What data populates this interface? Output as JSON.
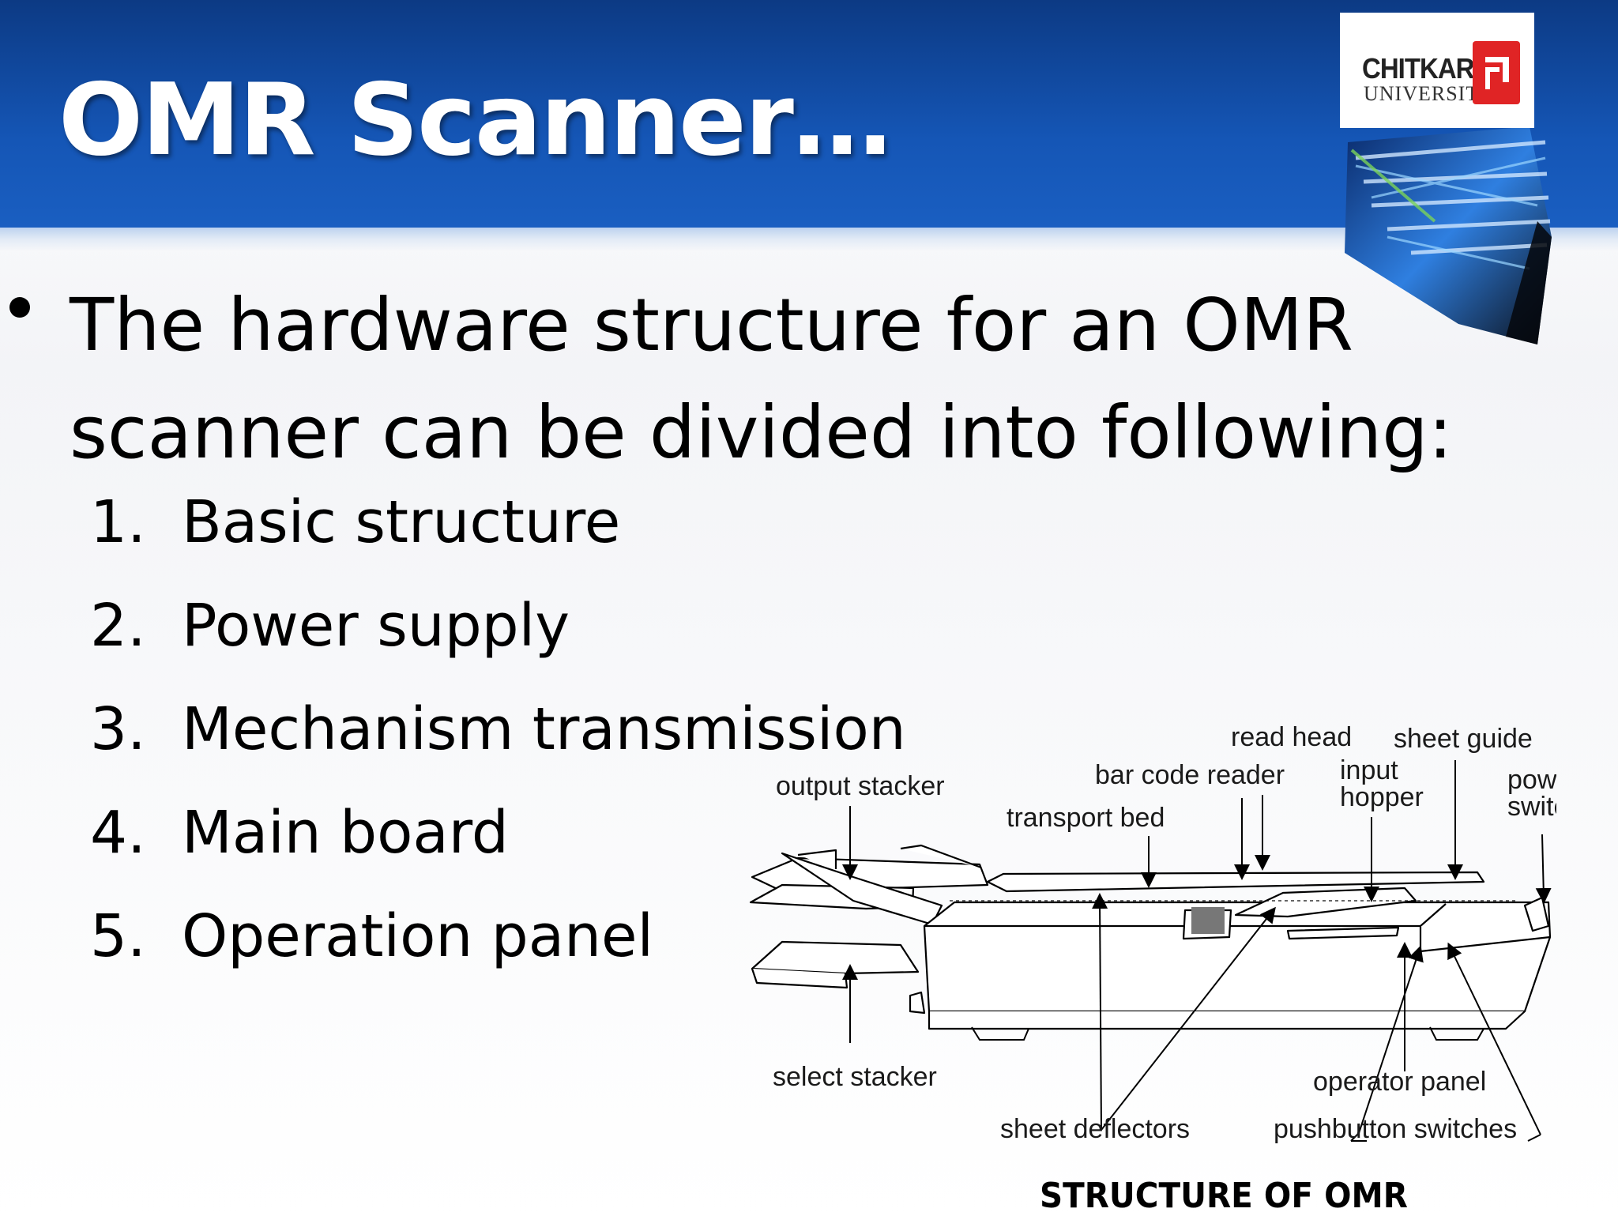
{
  "slide": {
    "title": "OMR Scanner…",
    "logo": {
      "name": "CHITKARA",
      "sub": "UNIVERSITY"
    },
    "bullet": "The hardware structure for an OMR scanner can be divided into following:",
    "items": [
      {
        "num": "1.",
        "label": "Basic structure"
      },
      {
        "num": "2.",
        "label": "Power supply"
      },
      {
        "num": "3.",
        "label": "Mechanism transmission"
      },
      {
        "num": "4.",
        "label": "Main board"
      },
      {
        "num": "5.",
        "label": "Operation panel"
      }
    ]
  },
  "diagram": {
    "labels": {
      "read_head": "read head",
      "sheet_guide": "sheet guide",
      "bar_code_reader": "bar code reader",
      "input": "input",
      "hopper": "hopper",
      "power": "power",
      "switch": "switch",
      "output_stacker": "output stacker",
      "transport_bed": "transport bed",
      "select_stacker": "select stacker",
      "operator_panel": "operator panel",
      "sheet_deflectors": "sheet deflectors",
      "pushbutton_switches": "pushbutton switches"
    },
    "caption": "STRUCTURE OF OMR"
  },
  "colors": {
    "banner": "#0c3a84",
    "logo_red": "#e02425",
    "title_text": "#ffffff"
  }
}
